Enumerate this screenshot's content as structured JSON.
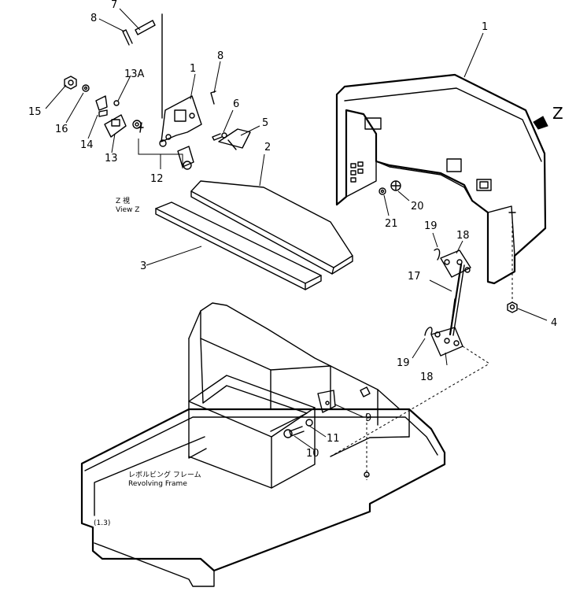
{
  "callouts": {
    "c1_top": "1",
    "c1_left": "1",
    "c2": "2",
    "c3": "3",
    "c4": "4",
    "c5": "5",
    "c6": "6",
    "c7": "7",
    "c8_top": "8",
    "c8_mid": "8",
    "c9": "9",
    "c10": "10",
    "c11": "11",
    "c12": "12",
    "c13": "13",
    "c13a": "13A",
    "c14": "14",
    "c15": "15",
    "c16": "16",
    "c17": "17",
    "c18_top": "18",
    "c18_bottom": "18",
    "c19_top": "19",
    "c19_bottom": "19",
    "c20": "20",
    "c21": "21"
  },
  "view_marker": {
    "letter": "Z",
    "caption_jp": "Z 視",
    "caption_en": "View Z"
  },
  "frame_label": {
    "jp": "レボルビング フレーム",
    "en": "Revolving Frame"
  },
  "corner_mark": "(1.3)"
}
